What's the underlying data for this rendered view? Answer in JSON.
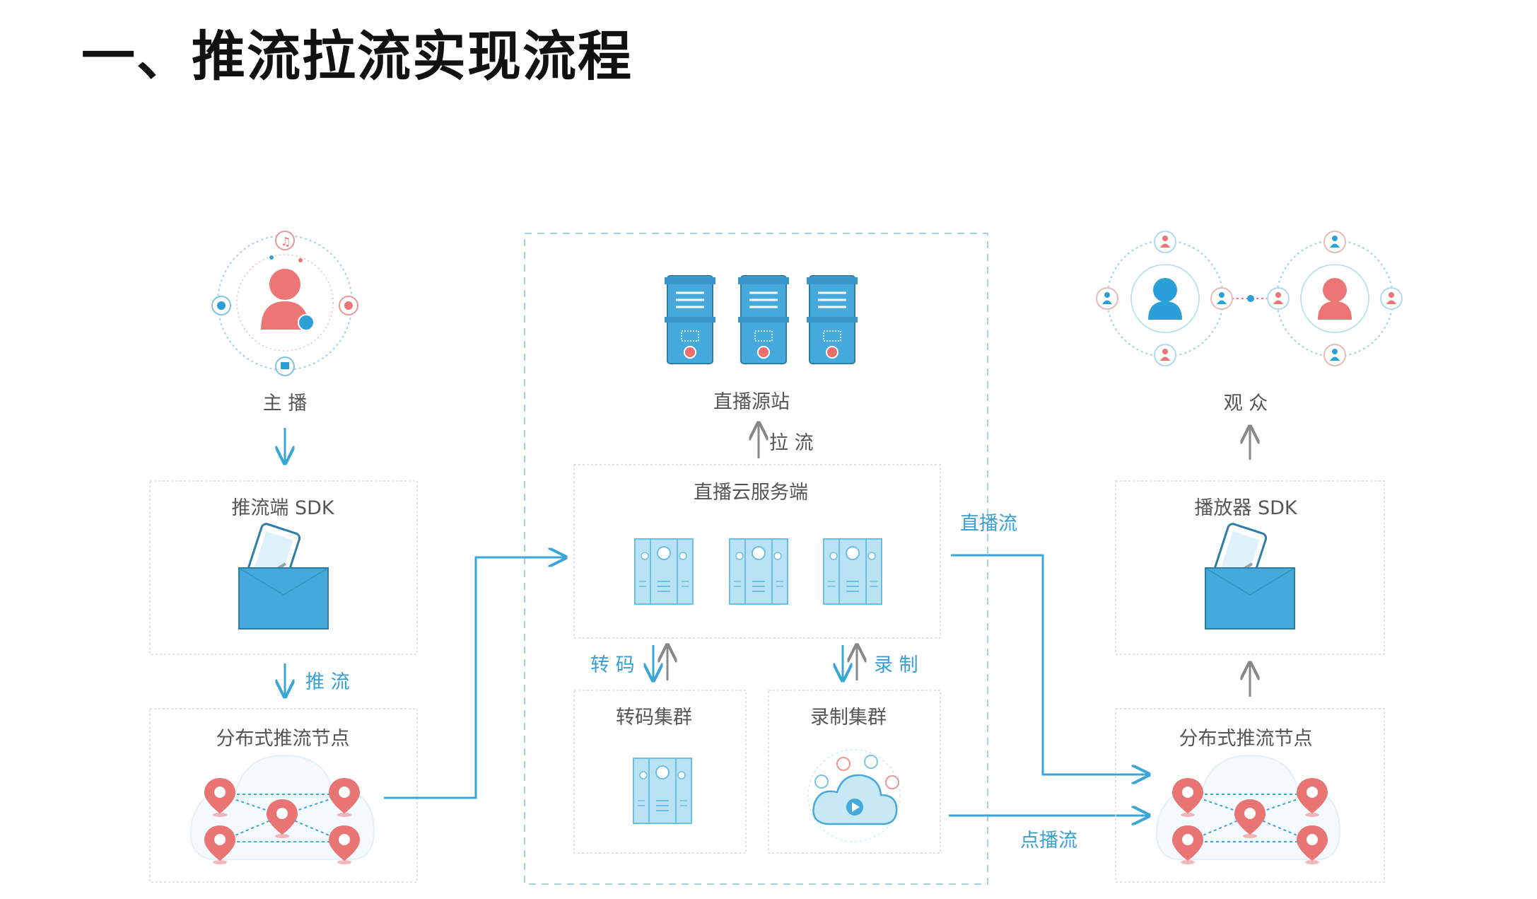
{
  "title": "一、推流拉流实现流程",
  "diagram": {
    "anchor": "主 播",
    "push_sdk": "推流端 SDK",
    "push_action": "推 流",
    "dist_node_left": "分布式推流节点",
    "origin": "直播源站",
    "pull_action": "拉 流",
    "cloud_server": "直播云服务端",
    "transcode_action": "转 码",
    "record_action": "录 制",
    "transcode_cluster": "转码集群",
    "record_cluster": "录制集群",
    "live_stream": "直播流",
    "vod_stream": "点播流",
    "audience": "观 众",
    "player_sdk": "播放器 SDK",
    "dist_node_right": "分布式推流节点"
  },
  "colors": {
    "accent_blue": "#3aa6d8",
    "server_blue": "#45a9dc",
    "panel_blue": "#b9e2f4",
    "pin_red": "#e87474",
    "person_red": "#ec7676",
    "person_blue": "#2b9fd8",
    "box_border": "#d8d8d8"
  },
  "icons": [
    "anchor-icon",
    "tablet-box-icon",
    "location-pin-icon",
    "server-tower-icon",
    "server-rack-icon",
    "cloud-play-icon",
    "audience-network-icon"
  ]
}
